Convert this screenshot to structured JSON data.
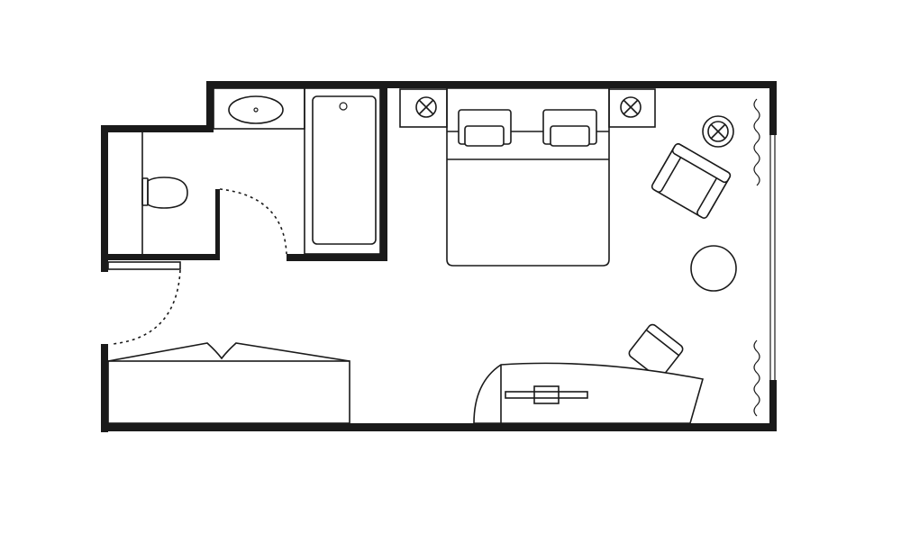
{
  "floor_plan": {
    "background_color": "#ffffff",
    "line_color": "#1a1a1a",
    "rooms": [
      "bedroom",
      "bathroom",
      "entry"
    ],
    "fixtures": [
      "bathroom-sink",
      "bathtub",
      "toilet",
      "double-bed",
      "bedside-table-left",
      "bedside-table-right",
      "armchair",
      "floor-lamp",
      "round-side-table",
      "desk",
      "desk-chair",
      "wardrobe",
      "window",
      "curtain-top",
      "curtain-bottom",
      "entry-door",
      "bathroom-door"
    ]
  }
}
